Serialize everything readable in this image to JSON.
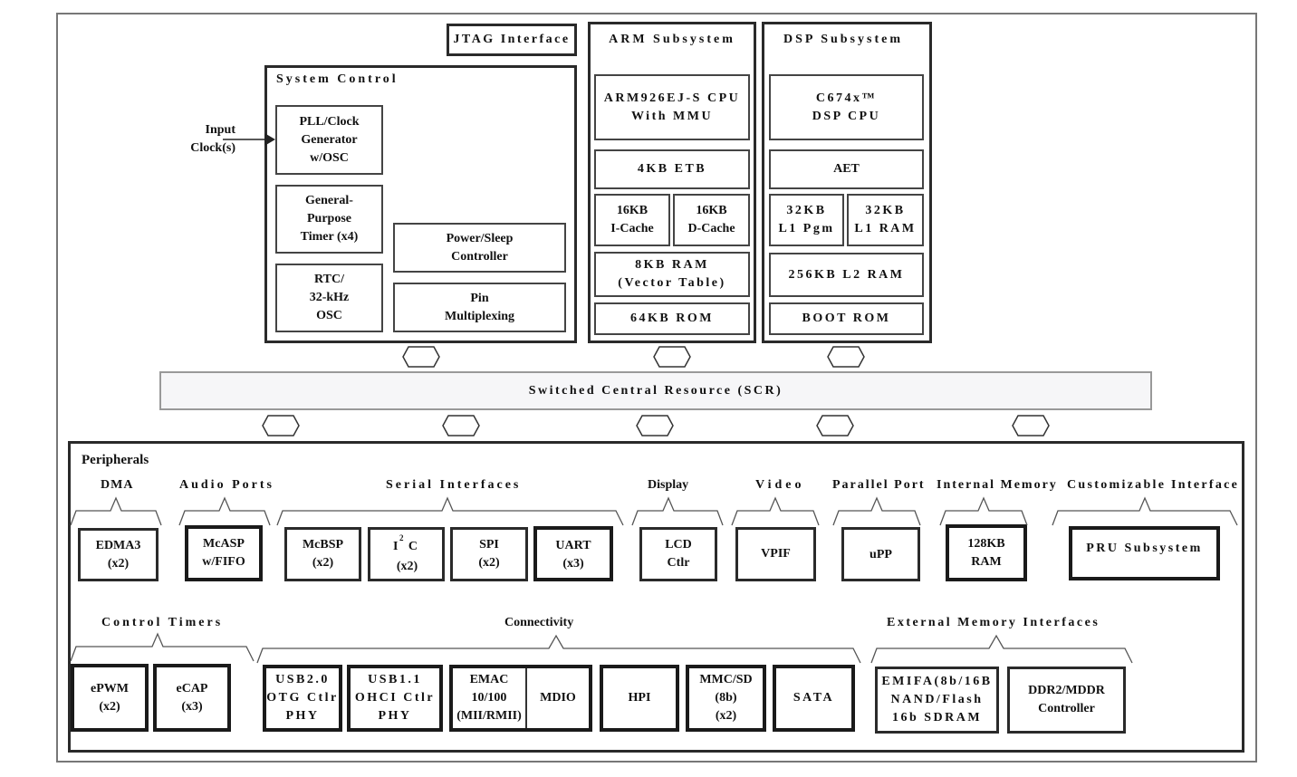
{
  "jtag": "JTAG Interface",
  "system_control": {
    "title": "System Control",
    "pll": "PLL/Clock\nGenerator\n  w/OSC",
    "timer": "General-\nPurpose\nTimer (x4)",
    "rtc": "RTC/\n32-kHz\nOSC",
    "power": "Power/Sleep\nController",
    "pin": "Pin\nMultiplexing"
  },
  "input_clock": "Input\nClock(s)",
  "arm": {
    "title": "ARM Subsystem",
    "cpu": "ARM926EJ-S CPU\nWith MMU",
    "etb": "4KB ETB",
    "icache": "16KB\nI-Cache",
    "dcache": "16KB\nD-Cache",
    "ram": "8KB RAM\n(Vector Table)",
    "rom": "64KB ROM"
  },
  "dsp": {
    "title": "DSP Subsystem",
    "cpu": "C674x™\nDSP CPU",
    "aet": "AET",
    "l1pgm": "32KB\nL1 Pgm",
    "l1ram": "32KB\nL1 RAM",
    "l2": "256KB L2 RAM",
    "rom": "BOOT ROM"
  },
  "scr": "Switched Central Resource (SCR)",
  "peripherals": {
    "title": "Peripherals",
    "groups": {
      "dma": "DMA",
      "audio": "Audio Ports",
      "serial": "Serial Interfaces",
      "display": "Display",
      "video": "Video",
      "parallel": "Parallel Port",
      "internal_mem": "Internal Memory",
      "custom": "Customizable Interface",
      "timers": "Control Timers",
      "connectivity": "Connectivity",
      "ext_mem": "External Memory Interfaces"
    },
    "blocks": {
      "edma3": "EDMA3\n(x2)",
      "mcasp": "McASP\nw/FIFO",
      "mcbsp": "McBSP\n(x2)",
      "i2c_main": "I C",
      "i2c_sup": "2",
      "i2c_count": "(x2)",
      "spi": "SPI\n(x2)",
      "uart": "UART\n(x3)",
      "lcd": "LCD\nCtlr",
      "vpif": "VPIF",
      "upp": "uPP",
      "ram128": "128KB\nRAM",
      "pru": "PRU Subsystem",
      "epwm": "ePWM\n(x2)",
      "ecap": "eCAP\n(x3)",
      "usb20": "USB2.0\nOTG Ctlr\nPHY",
      "usb11": "USB1.1\nOHCI Ctlr\nPHY",
      "emac": "EMAC\n10/100\n(MII/RMII)",
      "mdio": "MDIO",
      "hpi": "HPI",
      "mmc": "MMC/SD\n(8b)\n(x2)",
      "sata": "SATA",
      "emifa": "EMIFA(8b/16B\nNAND/Flash\n16b SDRAM",
      "ddr": "DDR2/MDDR\nController"
    }
  }
}
